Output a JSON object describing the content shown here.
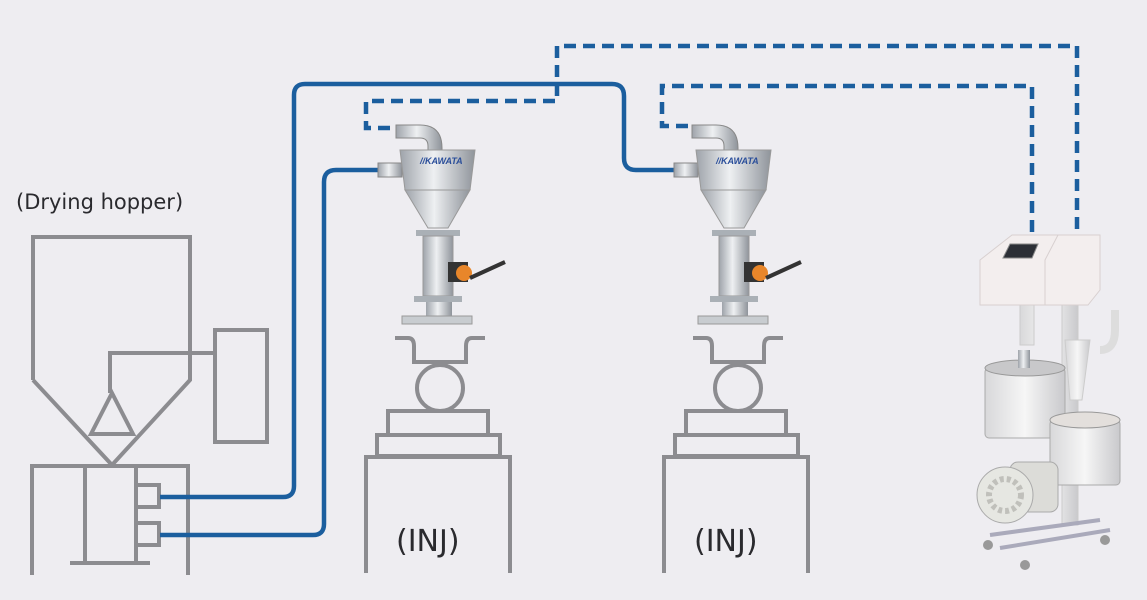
{
  "labels": {
    "drying_hopper": "(Drying hopper)",
    "inj_1": "(INJ)",
    "inj_2": "(INJ)"
  },
  "loader_brand": "KAWATA",
  "colors": {
    "background": "#eeedf1",
    "outline": "#8c8c90",
    "pipe": "#1b5e9e",
    "accent_orange": "#e8862a"
  }
}
